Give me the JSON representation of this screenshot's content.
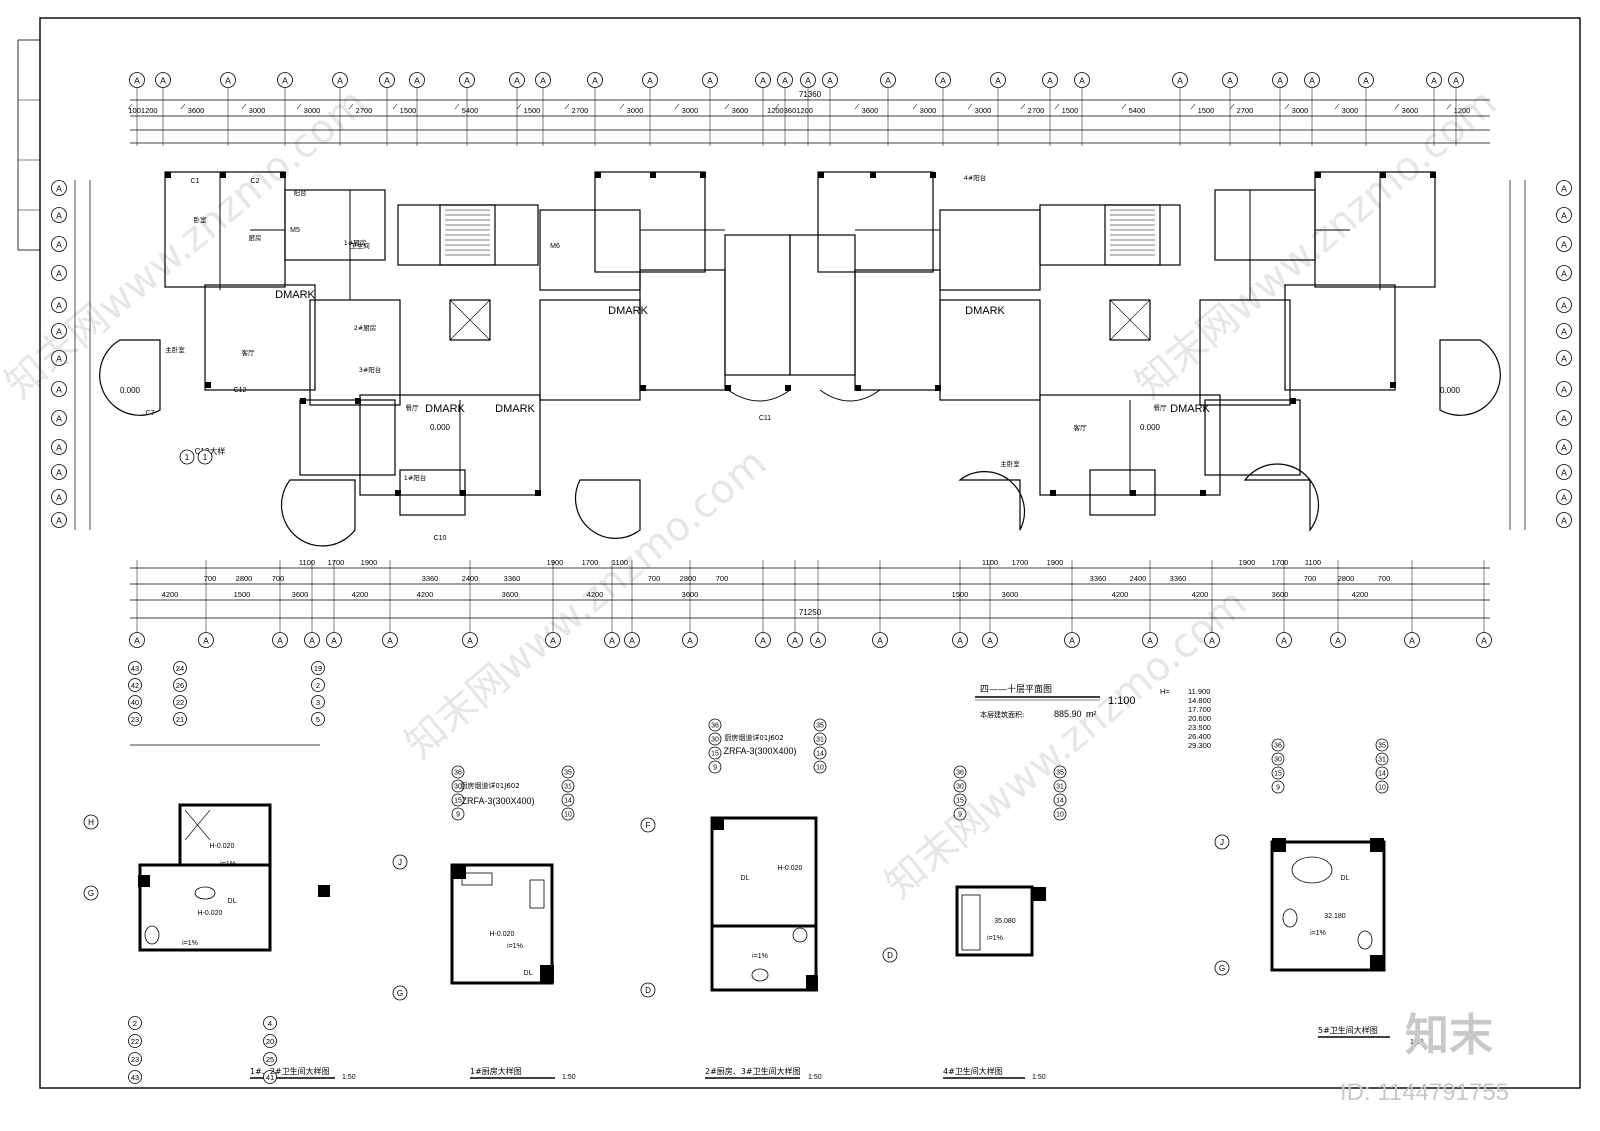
{
  "drawing": {
    "overall_dimension_top": "71360",
    "overall_dimension_bottom": "71250",
    "top_dim_row1": [
      "1001200",
      "3600",
      "3000",
      "3000",
      "2700",
      "1500",
      "5400",
      "1500",
      "2700",
      "3000",
      "3000",
      "3600",
      "12003601200",
      "3600",
      "3000",
      "3000",
      "2700",
      "1500",
      "5400",
      "1500",
      "2700",
      "3000",
      "3000",
      "3600",
      "1200"
    ],
    "bottom_dim_row1": [
      "1100",
      "1700",
      "1900",
      "1900",
      "1700",
      "1100",
      "1100",
      "1700",
      "1900",
      "1900",
      "1700",
      "1100"
    ],
    "bottom_dim_row2": [
      "700",
      "2800",
      "700",
      "3360",
      "2400",
      "3360",
      "700",
      "2800",
      "700",
      "3360",
      "2400",
      "3360",
      "700",
      "2800",
      "700"
    ],
    "bottom_dim_row3": [
      "4200",
      "1500",
      "3600",
      "4200",
      "4200",
      "3600",
      "4200",
      "3600",
      "1500",
      "3600",
      "4200",
      "4200",
      "3600",
      "4200"
    ],
    "axis_bubble": "A",
    "room_labels": [
      "卧室",
      "主卧室",
      "客厅",
      "餐厅",
      "厨房",
      "卫生间",
      "阳台",
      "1#厨房",
      "2#厨房",
      "3#阳台",
      "1#阳台",
      "4#阳台",
      "主卧室",
      "客厅",
      "餐厅"
    ],
    "tags": [
      "DMARK",
      "DMARK",
      "DMARK",
      "DMARK",
      "DMARK",
      "DMARK"
    ],
    "window_tags": [
      "C1",
      "C2",
      "C7",
      "C10",
      "C11",
      "C12",
      "M5",
      "M6"
    ],
    "misc_labels": [
      "C12大样",
      "0.000",
      "0.000",
      "0.000",
      "0.000"
    ]
  },
  "plan_title": {
    "title": "四——十层平面图",
    "scale": "1:100",
    "area_label": "本层建筑面积:",
    "area_value": "885.90",
    "area_unit": "m²"
  },
  "elevations": {
    "label": "H=",
    "values": [
      "11.900",
      "14.800",
      "17.700",
      "20.600",
      "23.500",
      "26.400",
      "29.300"
    ]
  },
  "details": [
    {
      "title": "1#、2#卫生间大样图",
      "scale": "1:50",
      "axes_top": [
        "43",
        "42",
        "40",
        "23",
        "24",
        "26",
        "22",
        "21",
        "19",
        "2",
        "3",
        "5"
      ],
      "axes_left": [
        "H",
        "G"
      ],
      "axes_bottom": [
        "2",
        "22",
        "23",
        "43",
        "4",
        "20",
        "25",
        "41"
      ],
      "notes": [
        "H-0.020",
        "H-0.020",
        "i=1%",
        "i=1%",
        "DL"
      ]
    },
    {
      "title": "1#厨房大样图",
      "scale": "1:50",
      "axes_top": [
        "36",
        "30",
        "15",
        "9",
        "35",
        "31",
        "14",
        "10"
      ],
      "axes_left": [
        "J",
        "G"
      ],
      "notes": [
        "厨房烟道详01J602",
        "ZRFA-3(300X400)",
        "H-0.020",
        "i=1%",
        "DL"
      ]
    },
    {
      "title": "2#厨房、3#卫生间大样图",
      "scale": "1:50",
      "axes_top": [
        "36",
        "30",
        "15",
        "9",
        "35",
        "31",
        "14",
        "10"
      ],
      "axes_left": [
        "F",
        "D"
      ],
      "notes": [
        "厨房烟道详01J602",
        "ZRFA-3(300X400)",
        "H-0.020",
        "i=1%",
        "DL"
      ]
    },
    {
      "title": "4#卫生间大样图",
      "scale": "1:50",
      "axes_top": [
        "36",
        "30",
        "15",
        "9",
        "35",
        "31",
        "14",
        "10"
      ],
      "axes_left": [
        "D"
      ],
      "notes": [
        "35.080",
        "i=1%"
      ]
    },
    {
      "title": "5#卫生间大样图",
      "scale": "1:50",
      "axes_top": [
        "36",
        "30",
        "15",
        "9",
        "35",
        "31",
        "14",
        "10"
      ],
      "axes_left": [
        "J",
        "G"
      ],
      "notes": [
        "32.180",
        "i=1%",
        "DL"
      ]
    }
  ],
  "watermark": {
    "logo_text": "知末",
    "id_text": "ID: 1144791755",
    "site_text": "知末网www.znzmo.com"
  }
}
